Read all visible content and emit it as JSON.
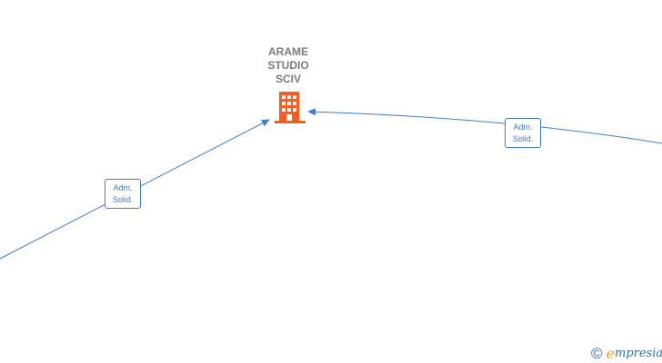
{
  "company": {
    "name_lines": [
      "ARAME",
      "STUDIO",
      "SCIV"
    ],
    "icon": "building-icon",
    "icon_color": "#ff5a1f"
  },
  "edges": [
    {
      "id": "edge-left",
      "label_lines": [
        "Adm.",
        "Solid."
      ],
      "color": "#3f7fcf"
    },
    {
      "id": "edge-right",
      "label_lines": [
        "Adm.",
        "Solid."
      ],
      "color": "#3f7fcf"
    }
  ],
  "watermark": {
    "symbol": "©",
    "brand_initial": "e",
    "brand_rest": "mpresia"
  }
}
